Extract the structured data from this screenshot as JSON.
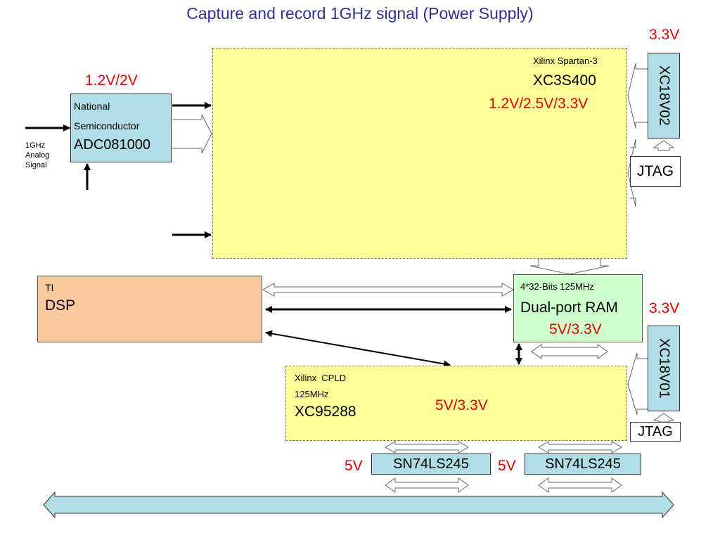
{
  "title": "Capture and record 1GHz signal (Power Supply)",
  "fpga": {
    "vendor": "Xilinx Spartan-3",
    "part": "XC3S400",
    "voltage": "1.2V/2.5V/3.3V"
  },
  "adc": {
    "line1": "National",
    "line2": "Semiconductor",
    "part": "ADC081000",
    "voltage": "1.2V/2V"
  },
  "analog_input": {
    "line1": "1GHz",
    "line2": "Analog",
    "line3": "Signal"
  },
  "prom_top": {
    "part": "XC18V02",
    "voltage": "3.3V"
  },
  "jtag_top": "JTAG",
  "dsp": {
    "vendor": "TI",
    "name": "DSP"
  },
  "ram": {
    "spec": "4*32-Bits 125MHz",
    "name": "Dual-port RAM",
    "voltage": "5V/3.3V"
  },
  "prom_bottom": {
    "part": "XC18V01",
    "voltage": "3.3V"
  },
  "cpld": {
    "vendor": "Xilinx  CPLD",
    "speed": "125MHz",
    "part": "XC95288",
    "voltage": "5V/3.3V"
  },
  "jtag_bottom": "JTAG",
  "buffer_left": {
    "part": "SN74LS245",
    "voltage": "5V"
  },
  "buffer_right": {
    "part": "SN74LS245",
    "voltage": "5V"
  },
  "colors": {
    "fpga_fill": "#ffff99",
    "chip_blue": "#b0dde6",
    "dsp_fill": "#fbc99f",
    "ram_fill": "#ccffcc",
    "voltage_red": "#e00000",
    "title_blue": "#2e3192"
  }
}
